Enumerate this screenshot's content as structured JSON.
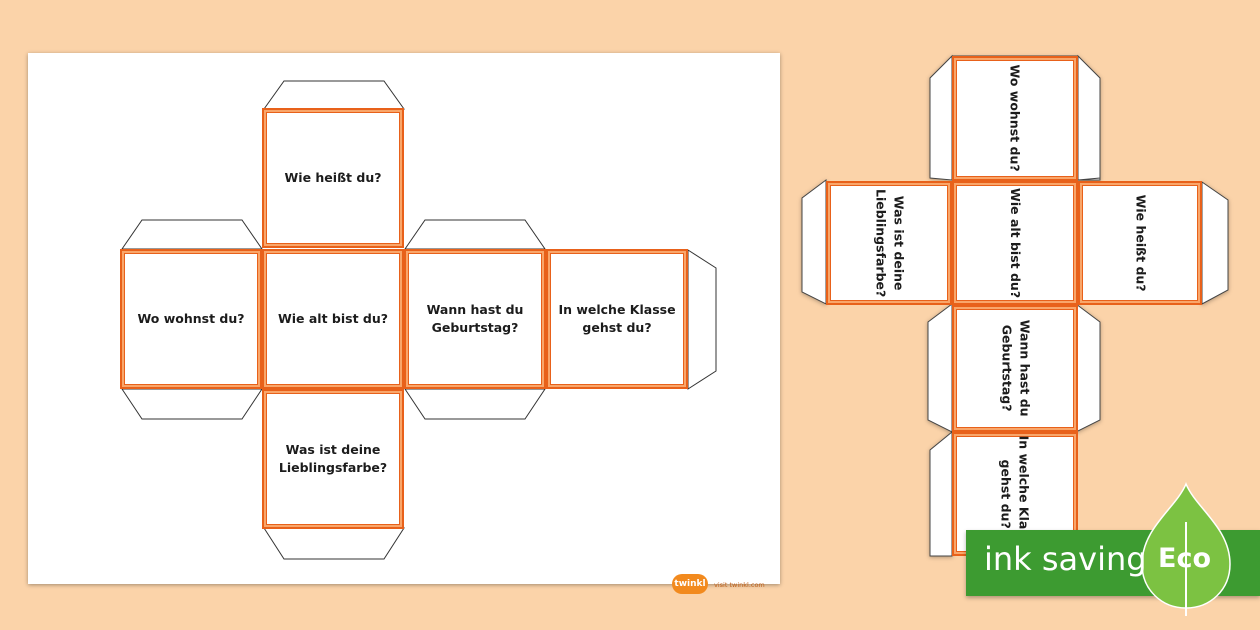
{
  "sheet": {
    "faces": {
      "top": "Wie heißt du?",
      "left": "Wo wohnst du?",
      "center": "Wie alt bist du?",
      "right1": "Wann hast du\nGeburtstag?",
      "right2": "In welche Klasse\ngehst du?",
      "bottom": "Was ist deine\nLieblingsfarbe?"
    },
    "logo_text": "twinkl",
    "visit_text": "visit twinkl.com"
  },
  "cube_preview": {
    "faces": {
      "top": "Wo wohnst du?",
      "left": "Was ist deine\nLieblingsfarbe?",
      "center": "Wie alt bist du?",
      "right": "Wie heißt du?",
      "down1": "Wann hast du\nGeburtstag?",
      "down2": "In welche Klasse\ngehst du?"
    }
  },
  "badge": {
    "ink_saving": "ink saving",
    "eco": "Eco",
    "color": "#3d9b31"
  },
  "colors": {
    "background": "#fbd3a9",
    "face_border": "#e8611a"
  }
}
